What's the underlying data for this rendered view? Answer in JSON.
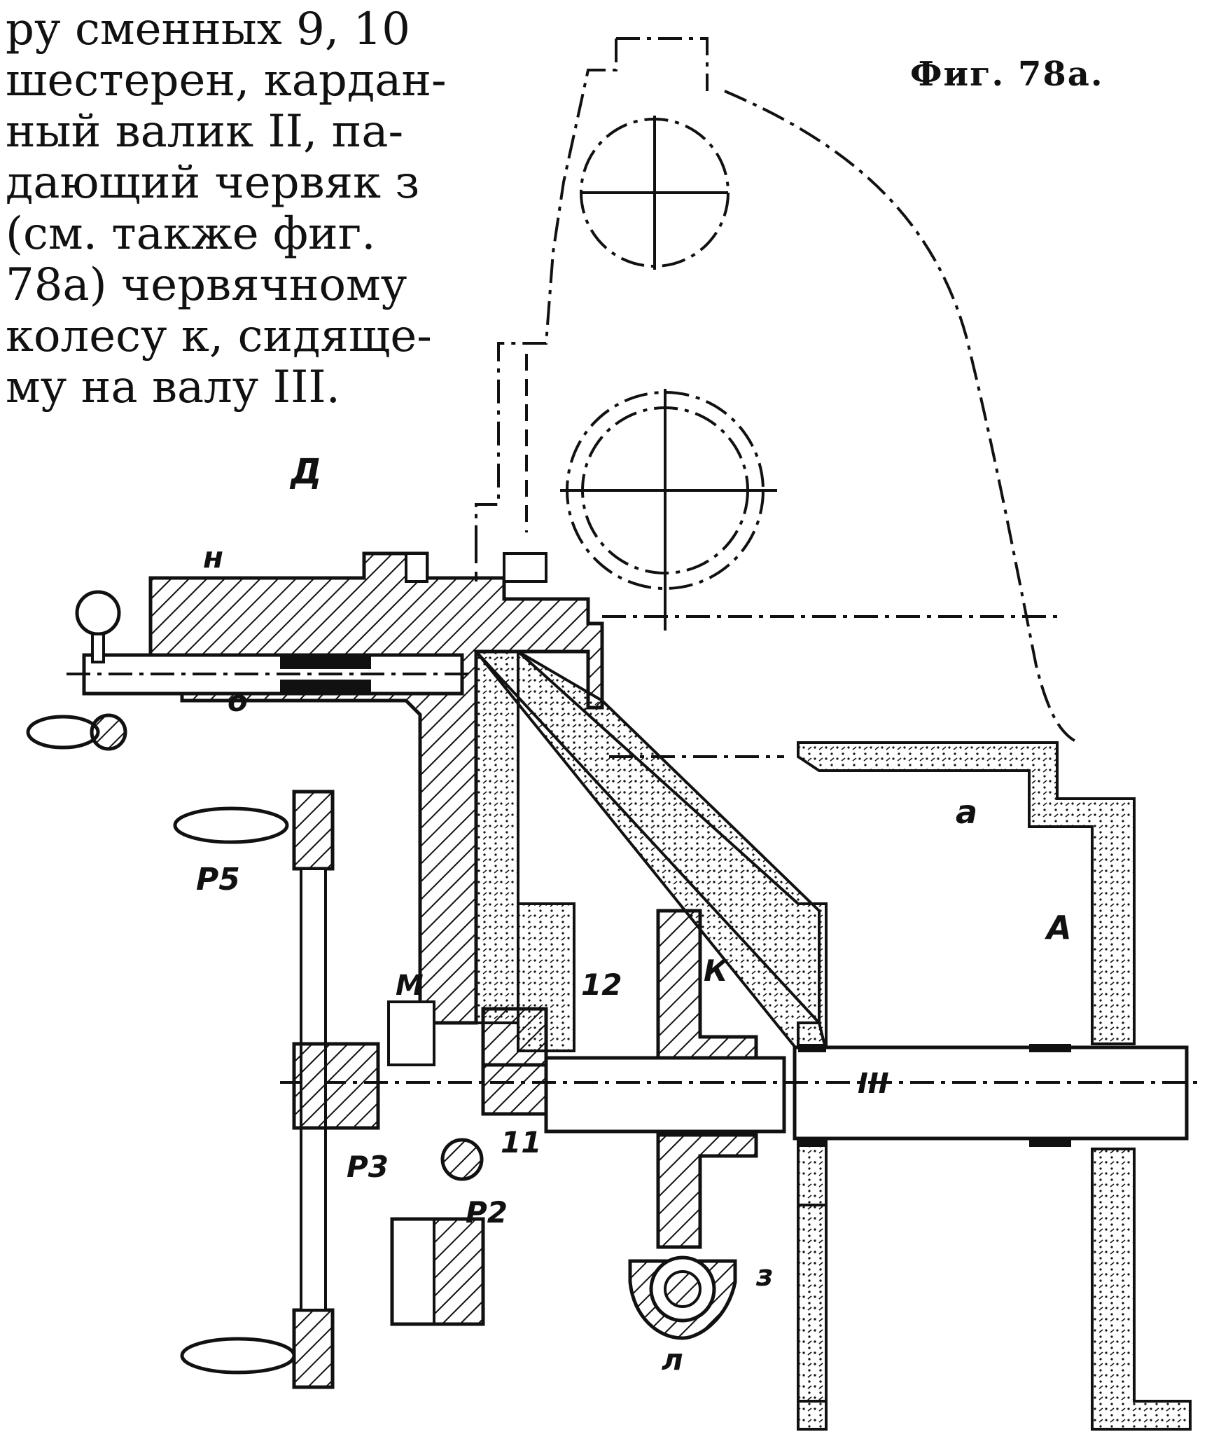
{
  "figure": {
    "caption": "Фиг. 78а."
  },
  "body_text": {
    "lines": [
      "ру сменных 9, 10",
      "шестерен, кардан-",
      "ный валик II, па-",
      "дающий червяк з",
      "(см. также фиг.",
      "78а) червячному",
      "колесу к, сидяще-",
      "му на валу III."
    ]
  },
  "labels": {
    "d": "Д",
    "n": "н",
    "o": "о",
    "a_small": "а",
    "a_big": "А",
    "p5": "P5",
    "k": "К",
    "m": "М",
    "twelve": "12",
    "eleven": "11",
    "iii": "III",
    "p3": "P3",
    "p2": "P2",
    "z": "з",
    "l": "л"
  },
  "colors": {
    "ink": "#111111",
    "paper": "#ffffff"
  }
}
